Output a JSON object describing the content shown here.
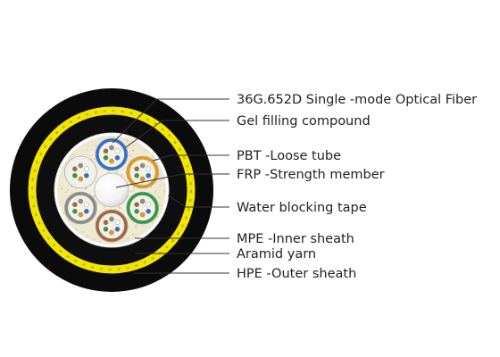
{
  "labels": [
    {
      "id": "fiber",
      "text": "36G.652D Single -mode Optical Fiber"
    },
    {
      "id": "gel",
      "text": "Gel filling compound"
    },
    {
      "id": "pbt",
      "text": "PBT -Loose tube"
    },
    {
      "id": "frp",
      "text": "FRP -Strength member"
    },
    {
      "id": "wbt",
      "text": "Water blocking tape"
    },
    {
      "id": "mpe",
      "text": "MPE -Inner sheath"
    },
    {
      "id": "aramid",
      "text": "Aramid yarn"
    },
    {
      "id": "hpe",
      "text": "HPE -Outer sheath"
    }
  ],
  "colors": {
    "outer_sheath": "#0b0b0b",
    "aramid_yarn": "#f2e600",
    "inner_sheath": "#0e0e0e",
    "water_blocking_tape": "#ffffff",
    "gel_filling": "#f3efdc",
    "strength_member": "#ffffff"
  },
  "loose_tubes": [
    {
      "color": "blue",
      "hex": "#2f6fd0"
    },
    {
      "color": "orange",
      "hex": "#e39a1b"
    },
    {
      "color": "green",
      "hex": "#2e9a46"
    },
    {
      "color": "brown",
      "hex": "#a3673f"
    },
    {
      "color": "grey",
      "hex": "#8c8c8c"
    },
    {
      "color": "white",
      "hex": "#eeeeee"
    }
  ],
  "fiber_colors": [
    "#2f6fd0",
    "#e39a1b",
    "#2e9a46",
    "#a3673f",
    "#8c8c8c",
    "#ffffff"
  ]
}
